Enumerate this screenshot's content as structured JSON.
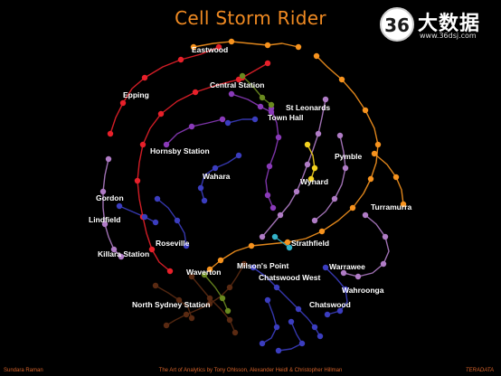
{
  "title": "Cell Storm Rider",
  "logo": {
    "badge": "36",
    "brand": "大数据",
    "url": "www.36dsj.com"
  },
  "footer": {
    "author": "Sundara Raman",
    "credit": "The Art of Analytics by Tony Ohlsson, Alexander Heidl & Christopher Hillman",
    "mark": "TERADATA"
  },
  "labels": [
    "Eastwood",
    "Central Station",
    "Epping",
    "St Leonards",
    "Town Hall",
    "Hornsby Station",
    "Pymble",
    "Wahara",
    "Wynard",
    "Gordon",
    "Turramurra",
    "Lindfield",
    "Roseville",
    "Strathfield",
    "Killara Station",
    "Waverton",
    "Milson's Point",
    "Wahroonga",
    "Chatswood West",
    "Warrawee",
    "North Sydney Station",
    "Chatswood"
  ],
  "colors": {
    "orange": "#f7931e",
    "red": "#e8202a",
    "purple": "#8a3ab9",
    "violet": "#b07cc6",
    "blue": "#3b3dbf",
    "brown": "#5a2a12",
    "green": "#6a8a1f",
    "yellow": "#f4d21f",
    "cyan": "#33b3c9"
  }
}
